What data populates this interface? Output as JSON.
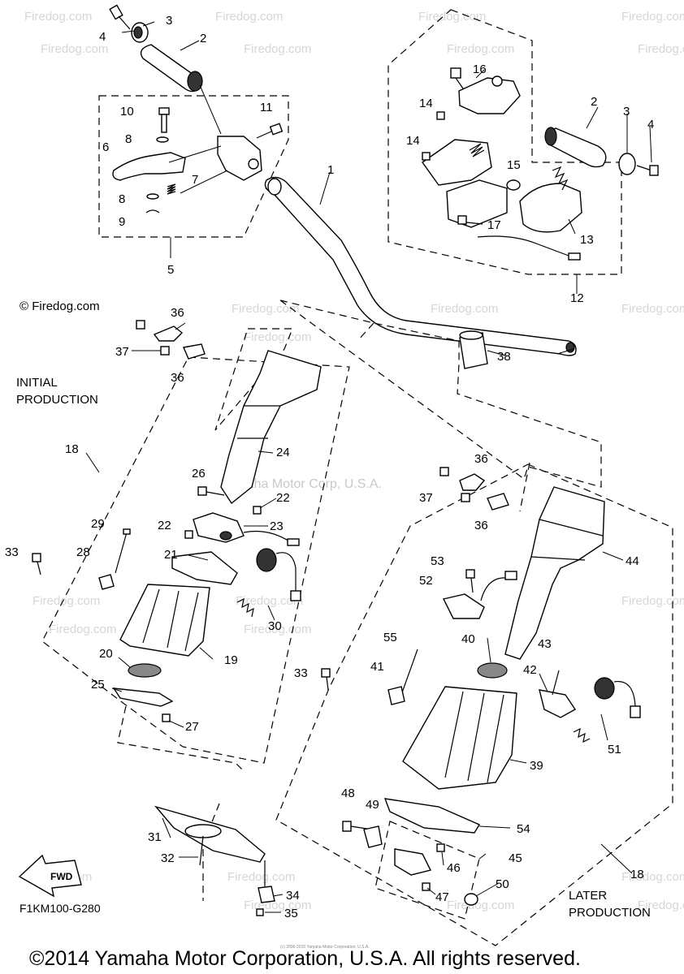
{
  "watermark": {
    "text": "Firedog.com",
    "site_notice": "© Firedog.com",
    "owner": "Yamaha Motor Corp, U.S.A."
  },
  "labels": {
    "initial_production": [
      "INITIAL",
      "PRODUCTION"
    ],
    "later_production": [
      "LATER",
      "PRODUCTION"
    ],
    "fwd": "FWD",
    "diagram_code": "F1KM100-G280"
  },
  "tiny_notice": "(c) 2006-2015 Yamaha Motor Corporation, U.S.A.",
  "footer": {
    "copyright": "©2014 Yamaha Motor Corporation, U.S.A. All rights reserved."
  },
  "callouts": [
    {
      "id": "c-1",
      "text": "1"
    },
    {
      "id": "c-2a",
      "text": "2"
    },
    {
      "id": "c-2b",
      "text": "2"
    },
    {
      "id": "c-3a",
      "text": "3"
    },
    {
      "id": "c-3b",
      "text": "3"
    },
    {
      "id": "c-4a",
      "text": "4"
    },
    {
      "id": "c-4b",
      "text": "4"
    },
    {
      "id": "c-5",
      "text": "5"
    },
    {
      "id": "c-6",
      "text": "6"
    },
    {
      "id": "c-7",
      "text": "7"
    },
    {
      "id": "c-8a",
      "text": "8"
    },
    {
      "id": "c-8b",
      "text": "8"
    },
    {
      "id": "c-9",
      "text": "9"
    },
    {
      "id": "c-10",
      "text": "10"
    },
    {
      "id": "c-11",
      "text": "11"
    },
    {
      "id": "c-12",
      "text": "12"
    },
    {
      "id": "c-13",
      "text": "13"
    },
    {
      "id": "c-14a",
      "text": "14"
    },
    {
      "id": "c-14b",
      "text": "14"
    },
    {
      "id": "c-15",
      "text": "15"
    },
    {
      "id": "c-16",
      "text": "16"
    },
    {
      "id": "c-17",
      "text": "17"
    },
    {
      "id": "c-18a",
      "text": "18"
    },
    {
      "id": "c-18b",
      "text": "18"
    },
    {
      "id": "c-19",
      "text": "19"
    },
    {
      "id": "c-20",
      "text": "20"
    },
    {
      "id": "c-21",
      "text": "21"
    },
    {
      "id": "c-22a",
      "text": "22"
    },
    {
      "id": "c-22b",
      "text": "22"
    },
    {
      "id": "c-23",
      "text": "23"
    },
    {
      "id": "c-24",
      "text": "24"
    },
    {
      "id": "c-25",
      "text": "25"
    },
    {
      "id": "c-26",
      "text": "26"
    },
    {
      "id": "c-27",
      "text": "27"
    },
    {
      "id": "c-28",
      "text": "28"
    },
    {
      "id": "c-29",
      "text": "29"
    },
    {
      "id": "c-30",
      "text": "30"
    },
    {
      "id": "c-31",
      "text": "31"
    },
    {
      "id": "c-32",
      "text": "32"
    },
    {
      "id": "c-33a",
      "text": "33"
    },
    {
      "id": "c-33b",
      "text": "33"
    },
    {
      "id": "c-34",
      "text": "34"
    },
    {
      "id": "c-35",
      "text": "35"
    },
    {
      "id": "c-36a",
      "text": "36"
    },
    {
      "id": "c-36b",
      "text": "36"
    },
    {
      "id": "c-36c",
      "text": "36"
    },
    {
      "id": "c-36d",
      "text": "36"
    },
    {
      "id": "c-37a",
      "text": "37"
    },
    {
      "id": "c-37b",
      "text": "37"
    },
    {
      "id": "c-38",
      "text": "38"
    },
    {
      "id": "c-39",
      "text": "39"
    },
    {
      "id": "c-40",
      "text": "40"
    },
    {
      "id": "c-41",
      "text": "41"
    },
    {
      "id": "c-42",
      "text": "42"
    },
    {
      "id": "c-43",
      "text": "43"
    },
    {
      "id": "c-44",
      "text": "44"
    },
    {
      "id": "c-45",
      "text": "45"
    },
    {
      "id": "c-46",
      "text": "46"
    },
    {
      "id": "c-47",
      "text": "47"
    },
    {
      "id": "c-48",
      "text": "48"
    },
    {
      "id": "c-49",
      "text": "49"
    },
    {
      "id": "c-50",
      "text": "50"
    },
    {
      "id": "c-51",
      "text": "51"
    },
    {
      "id": "c-52",
      "text": "52"
    },
    {
      "id": "c-53",
      "text": "53"
    },
    {
      "id": "c-54",
      "text": "54"
    },
    {
      "id": "c-55",
      "text": "55"
    }
  ]
}
